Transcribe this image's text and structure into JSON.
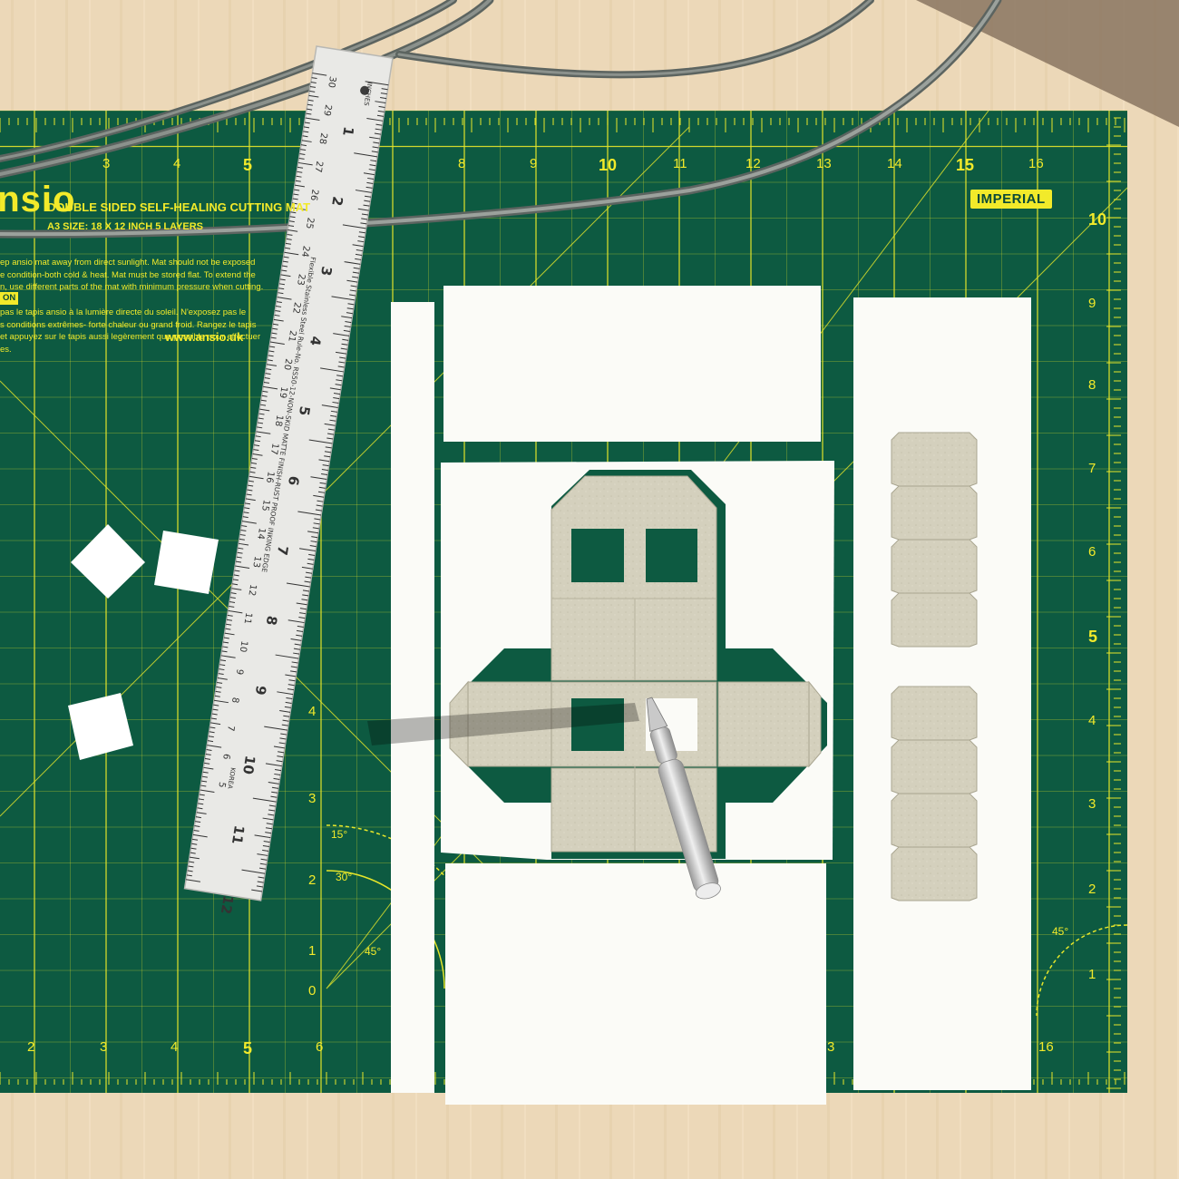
{
  "mat": {
    "brand": "ansio",
    "title": "DOUBLE SIDED SELF-HEALING CUTTING MAT",
    "size_label": "A3 SIZE: 18 X 12 INCH  5 LAYERS",
    "warning_en": [
      "ep ansio mat away from direct sunlight. Mat should not be exposed",
      "e condition-both cold & heat. Mat must be stored flat. To extend the",
      "n, use different parts of the mat with minimum pressure when cutting."
    ],
    "warning_fr_label": "ON",
    "warning_fr": [
      "pas le tapis ansio à la lumière directe du soleil. N'exposez pas le",
      "s conditions extrêmes- forte chaleur ou grand froid. Rangez le tapis",
      "et appuyez sur le tapis aussi legèrement que possible pour effectuer",
      "es."
    ],
    "url": "www.ansio.uk",
    "imperial_label": "IMPERIAL",
    "top_scale": [
      "3",
      "4",
      "5",
      "8",
      "9",
      "10",
      "11",
      "12",
      "13",
      "14",
      "15",
      "16"
    ],
    "bottom_scale": [
      "2",
      "3",
      "4",
      "5",
      "6",
      "3",
      "16"
    ],
    "right_scale": [
      "10",
      "9",
      "8",
      "7",
      "6",
      "5",
      "4",
      "3",
      "2",
      "1"
    ],
    "left_scale": [
      "4",
      "3",
      "2",
      "1",
      "0"
    ],
    "angles": [
      "15°",
      "30°",
      "45°",
      "45°"
    ],
    "colors": {
      "mat": "#0d5a41",
      "grid": "#e6e62a",
      "paper": "#fbfbf7",
      "board": "#d6d2bf",
      "table": "#ecd8b8"
    }
  },
  "ruler": {
    "title": "INCHES",
    "spec": "Flexible Stainless Steel Rule-No. RS50-12-NON-SKID MATTE FINISH-RUST PROOF INKING EDGE",
    "origin": "KOREA",
    "inch_labels": [
      "1",
      "2",
      "3",
      "4",
      "5",
      "6",
      "7",
      "8",
      "9",
      "10",
      "11",
      "12"
    ],
    "cm_labels": [
      "30",
      "29",
      "28",
      "27",
      "26",
      "25",
      "24",
      "23",
      "22",
      "21",
      "20",
      "19",
      "18",
      "17",
      "16",
      "15",
      "14",
      "13",
      "12",
      "11",
      "10",
      "9",
      "8",
      "7",
      "6",
      "5"
    ]
  },
  "tools": {
    "knife": "craft-knife",
    "cable": "cable"
  }
}
